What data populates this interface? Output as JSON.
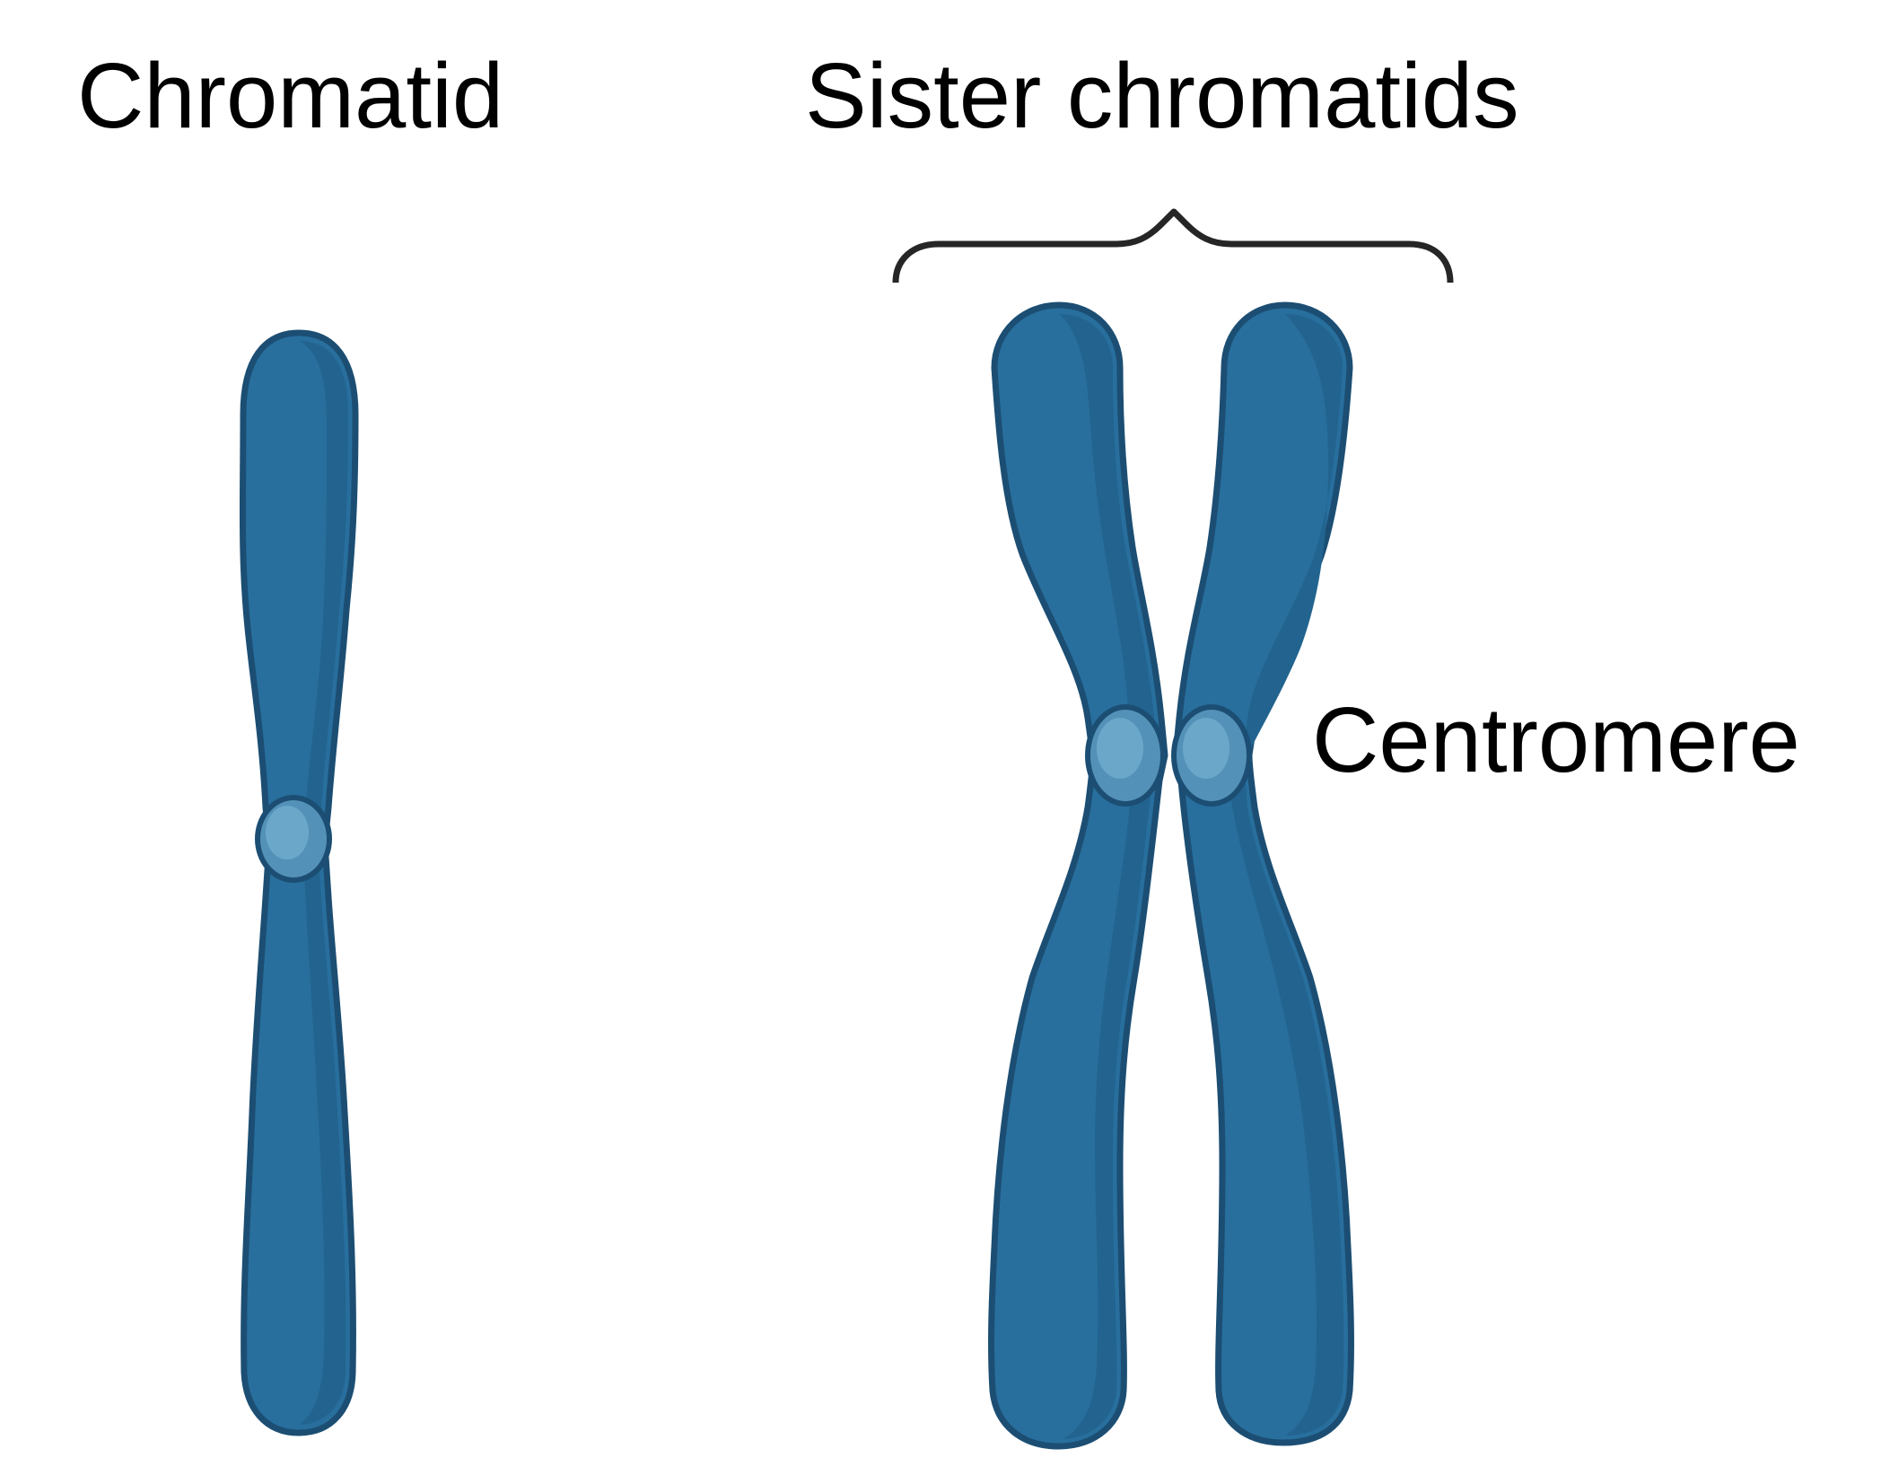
{
  "labels": {
    "chromatid": "Chromatid",
    "sister_chromatids": "Sister chromatids",
    "centromere": "Centromere"
  },
  "colors": {
    "chromatid_fill": "#286f9e",
    "chromatid_shade": "#22648f",
    "chromatid_outline": "#1c4e73",
    "centromere_fill": "#5491b8",
    "centromere_highlight": "#6aa7c9",
    "bracket": "#262626",
    "text": "#000000"
  }
}
